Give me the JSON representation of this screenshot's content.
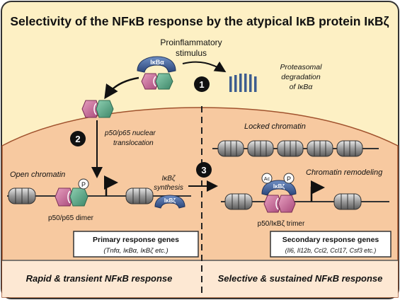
{
  "title": "Selectivity of the NFκB response by the atypical IκB protein IκBζ",
  "stimulus": {
    "line1": "Proinflammatory",
    "line2": "stimulus"
  },
  "degradation": {
    "line1": "Proteasomal",
    "line2": "degradation",
    "line3": "of IκBα"
  },
  "steps": {
    "one": "1",
    "two": "2",
    "three": "3"
  },
  "translocation": {
    "line1": "p50/p65 nuclear",
    "line2": "translocation"
  },
  "synthesis": {
    "line1": "IκBζ",
    "line2": "synthesis"
  },
  "chromatin": {
    "open": "Open chromatin",
    "locked": "Locked chromatin",
    "remodeling": "Chromatin remodeling"
  },
  "proteins": {
    "ikba": "IκBα",
    "ikbz": "IκBζ",
    "ikbz_free": "IκBζ",
    "p": "P",
    "ac": "Ac",
    "dimer": "p50/p65 dimer",
    "trimer": "p50/IκBζ trimer"
  },
  "primary": {
    "title": "Primary response genes",
    "genes": "(Tnfα, IκBα, IκBζ etc.)"
  },
  "secondary": {
    "title": "Secondary response genes",
    "genes": "(Il6, Il12b, Ccl2, Ccl17, Csf3 etc.)"
  },
  "bottom": {
    "left": "Rapid & transient NFκB response",
    "right": "Selective & sustained NFκB response"
  },
  "colors": {
    "cytoplasm": "#fdf0c4",
    "nucleus": "#f7c9a0",
    "ikba": "#3d5c8f",
    "ikbz": "#3a5a90",
    "p50": "#c95f8e",
    "p65": "#4f9a7f",
    "badge": "#111111"
  }
}
